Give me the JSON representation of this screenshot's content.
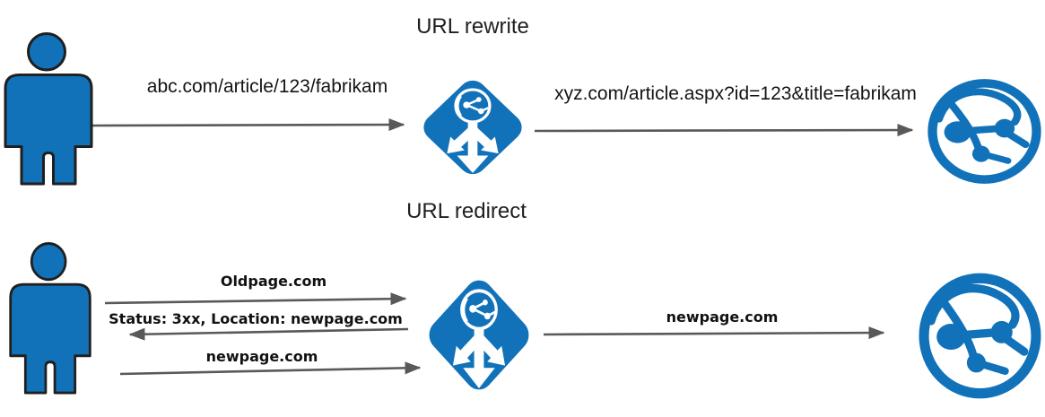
{
  "colors": {
    "azure_blue": "#1172b9",
    "arrow_gray": "#58595b",
    "text_dark": "#141414",
    "outline_black": "#1f1f1f",
    "icon_white": "#ffffff"
  },
  "rewrite": {
    "title": "URL rewrite",
    "request_url": "abc.com/article/123/fabrikam",
    "rewritten_url": "xyz.com/article.aspx?id=123&title=fabrikam"
  },
  "redirect": {
    "title": "URL redirect",
    "request_url": "Oldpage.com",
    "response_status": "Status: 3xx, Location: newpage.com",
    "new_request_url": "newpage.com",
    "forwarded_url": "newpage.com"
  },
  "icons": {
    "client": "person-icon",
    "gateway": "application-gateway-icon",
    "backend": "web-app-globe-icon"
  }
}
